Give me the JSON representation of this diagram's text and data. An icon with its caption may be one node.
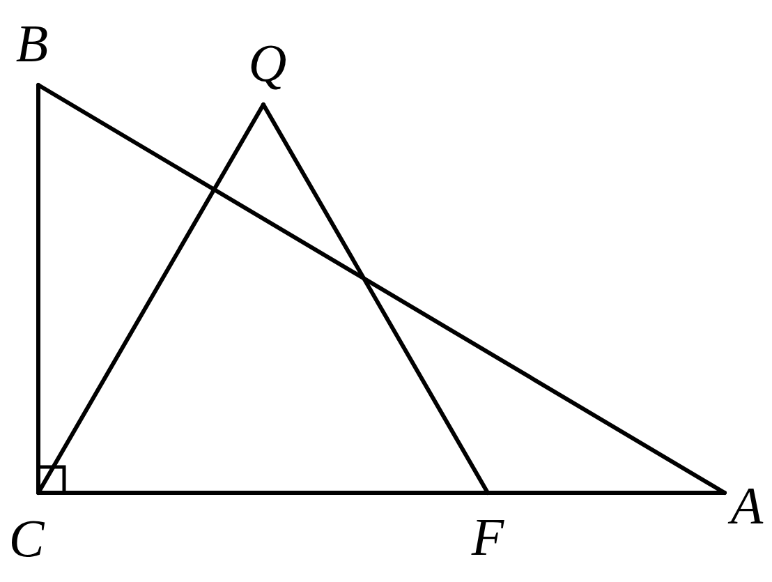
{
  "diagram": {
    "nodes": [
      {
        "text": [
          "B"
        ]
      },
      {
        "text": [
          "Q"
        ]
      },
      {
        "text": [
          "C"
        ]
      },
      {
        "text": [
          "F"
        ]
      },
      {
        "text": [
          "A"
        ]
      }
    ],
    "edges": [
      {
        "from": 0,
        "to": 2,
        "arrow": "none"
      },
      {
        "from": 0,
        "to": 4,
        "arrow": "none"
      },
      {
        "from": 2,
        "to": 3,
        "arrow": "none"
      },
      {
        "from": 3,
        "to": 4,
        "arrow": "none"
      },
      {
        "from": 2,
        "to": 1,
        "arrow": "none"
      },
      {
        "from": 1,
        "to": 3,
        "arrow": "none"
      }
    ]
  }
}
